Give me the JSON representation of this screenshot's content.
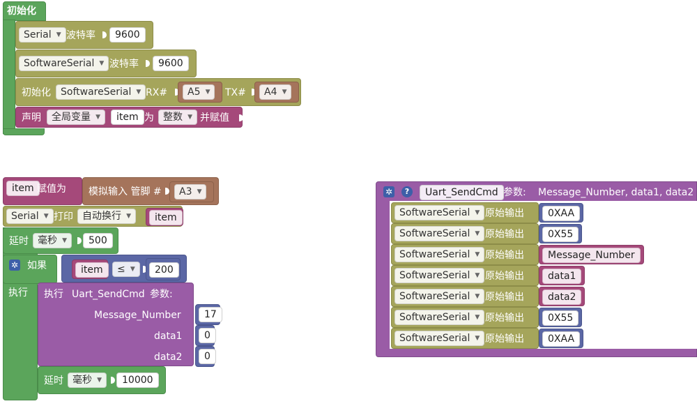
{
  "setup": {
    "title": "初始化",
    "rows": [
      {
        "dropdown": "Serial",
        "label": "波特率",
        "value": "9600"
      },
      {
        "dropdown": "SoftwareSerial",
        "label": "波特率",
        "value": "9600"
      }
    ],
    "init": {
      "label": "初始化",
      "dropdown": "SoftwareSerial",
      "rx_label": "RX#",
      "rx_value": "A5",
      "tx_label": "TX#",
      "tx_value": "A4"
    },
    "declare": {
      "label": "声明",
      "scope": "全局变量",
      "var": "item",
      "as_label": "为",
      "type": "整数",
      "assign_label": "并赋值"
    }
  },
  "loop": {
    "assign": {
      "var": "item",
      "label": "赋值为",
      "analog_label": "模拟输入 管脚 #",
      "pin": "A3"
    },
    "print": {
      "dropdown": "Serial",
      "label": "打印",
      "mode": "自动换行",
      "var": "item"
    },
    "delay1": {
      "label": "延时",
      "unit": "毫秒",
      "value": "500"
    },
    "if": {
      "label": "如果",
      "var": "item",
      "op": "≤",
      "value": "200",
      "do_label": "执行"
    },
    "call": {
      "label": "执行",
      "func": "Uart_SendCmd",
      "params_label": "参数:",
      "params": [
        {
          "name": "Message_Number",
          "value": "17"
        },
        {
          "name": "data1",
          "value": "0"
        },
        {
          "name": "data2",
          "value": "0"
        }
      ]
    },
    "delay2": {
      "label": "延时",
      "unit": "毫秒",
      "value": "10000"
    }
  },
  "func": {
    "name": "Uart_SendCmd",
    "params_label": "参数:",
    "params_list": "Message_Number, data1, data2",
    "writes": [
      {
        "serial": "SoftwareSerial",
        "label": "原始输出",
        "value": "0XAA",
        "kind": "num"
      },
      {
        "serial": "SoftwareSerial",
        "label": "原始输出",
        "value": "0X55",
        "kind": "num"
      },
      {
        "serial": "SoftwareSerial",
        "label": "原始输出",
        "value": "Message_Number",
        "kind": "var"
      },
      {
        "serial": "SoftwareSerial",
        "label": "原始输出",
        "value": "data1",
        "kind": "var"
      },
      {
        "serial": "SoftwareSerial",
        "label": "原始输出",
        "value": "data2",
        "kind": "var"
      },
      {
        "serial": "SoftwareSerial",
        "label": "原始输出",
        "value": "0X55",
        "kind": "num"
      },
      {
        "serial": "SoftwareSerial",
        "label": "原始输出",
        "value": "0XAA",
        "kind": "num"
      }
    ]
  },
  "colors": {
    "control": "#5ba55b",
    "serial": "#a5a55b",
    "variable": "#a5497a",
    "procedure": "#9a5ca6",
    "math": "#5b67a5",
    "io": "#a5745b"
  }
}
